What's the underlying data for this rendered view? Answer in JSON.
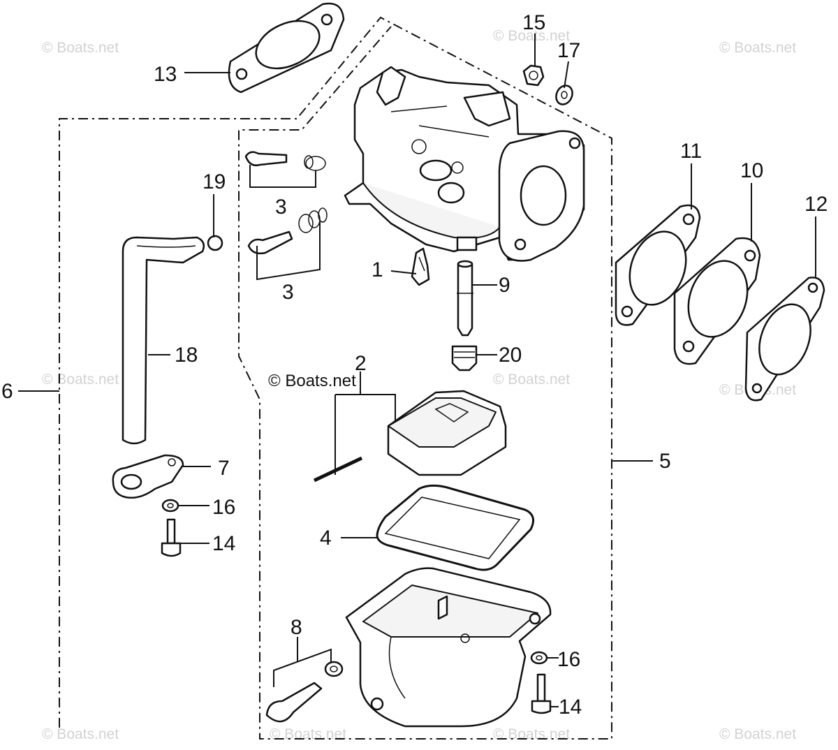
{
  "watermark": "© Boats.net",
  "copyright_label": "© Boats.net",
  "callouts": {
    "c1": "1",
    "c2": "2",
    "c3a": "3",
    "c3b": "3",
    "c4": "4",
    "c5": "5",
    "c6": "6",
    "c7": "7",
    "c8": "8",
    "c9": "9",
    "c10": "10",
    "c11": "11",
    "c12": "12",
    "c13": "13",
    "c14a": "14",
    "c14b": "14",
    "c15": "15",
    "c16a": "16",
    "c16b": "16",
    "c17": "17",
    "c18": "18",
    "c19": "19",
    "c20": "20"
  },
  "colors": {
    "line": "#111111",
    "watermark": "#d2d2d2",
    "background": "#ffffff"
  }
}
